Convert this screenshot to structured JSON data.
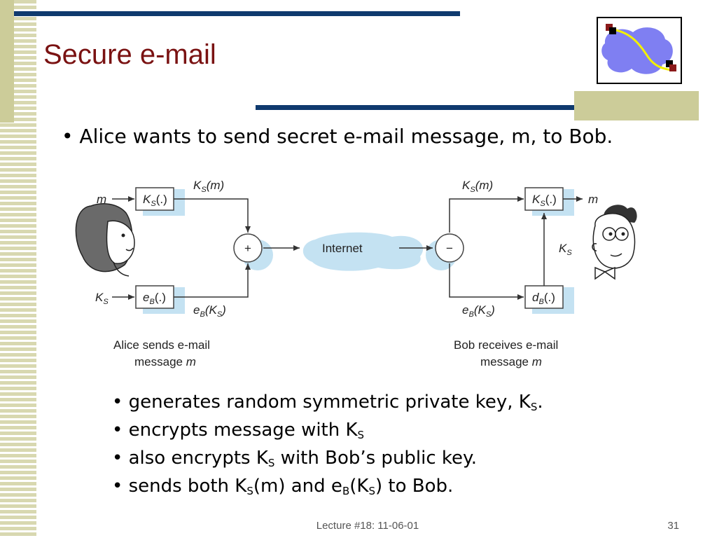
{
  "slide": {
    "title": "Secure e-mail",
    "main_bullet": "• Alice wants to send secret e-mail message, m, to Bob.",
    "steps": [
      {
        "parts": [
          [
            "• generates random symmetric private key, K",
            ""
          ],
          [
            "S",
            "sub"
          ],
          [
            ".",
            ""
          ]
        ]
      },
      {
        "parts": [
          [
            "• encrypts message with K",
            ""
          ],
          [
            "S",
            "sub"
          ]
        ]
      },
      {
        "parts": [
          [
            "• also encrypts K",
            ""
          ],
          [
            "S",
            "sub"
          ],
          [
            " with Bob’s public key.",
            ""
          ]
        ]
      },
      {
        "parts": [
          [
            "• sends both K",
            ""
          ],
          [
            "S",
            "sub"
          ],
          [
            "(m) and e",
            ""
          ],
          [
            "B",
            "sub"
          ],
          [
            "(K",
            ""
          ],
          [
            "S",
            "sub"
          ],
          [
            ") to Bob.",
            ""
          ]
        ]
      }
    ]
  },
  "diagram": {
    "sender": {
      "input_m": "m",
      "input_ks": "K",
      "input_ks_sub": "S",
      "box1_main": "K",
      "box1_sub": "S",
      "box1_tail": "(.)",
      "box2_main": "e",
      "box2_sub": "B",
      "box2_tail": "(.)",
      "out1_main": "K",
      "out1_sub": "S",
      "out1_tail": "(m)",
      "out2_main": "e",
      "out2_sub": "B",
      "out2_tail": "(K",
      "out2_sub2": "S",
      "out2_close": ")",
      "combiner": "+",
      "caption_line1": "Alice sends e-mail",
      "caption_line2_a": "message ",
      "caption_line2_b": "m"
    },
    "network": "Internet",
    "receiver": {
      "splitter": "−",
      "in1_main": "K",
      "in1_sub": "S",
      "in1_tail": "(m)",
      "in2_main": "e",
      "in2_sub": "B",
      "in2_tail": "(K",
      "in2_sub2": "S",
      "in2_close": ")",
      "box1_main": "K",
      "box1_sub": "S",
      "box1_tail": "(.)",
      "box2_main": "d",
      "box2_sub": "B",
      "box2_tail": "(.)",
      "output_m": "m",
      "key_label": "K",
      "key_label_sub": "S",
      "caption_line1": "Bob receives e-mail",
      "caption_line2_a": "message ",
      "caption_line2_b": "m"
    }
  },
  "footer": {
    "lecture": "Lecture #18: 11-06-01",
    "page": "31"
  },
  "colors": {
    "title": "#7a1212",
    "navy_line": "#0f3a6e",
    "stripe": "#d8d8b0",
    "shadow_blue": "#c4e2f2"
  }
}
